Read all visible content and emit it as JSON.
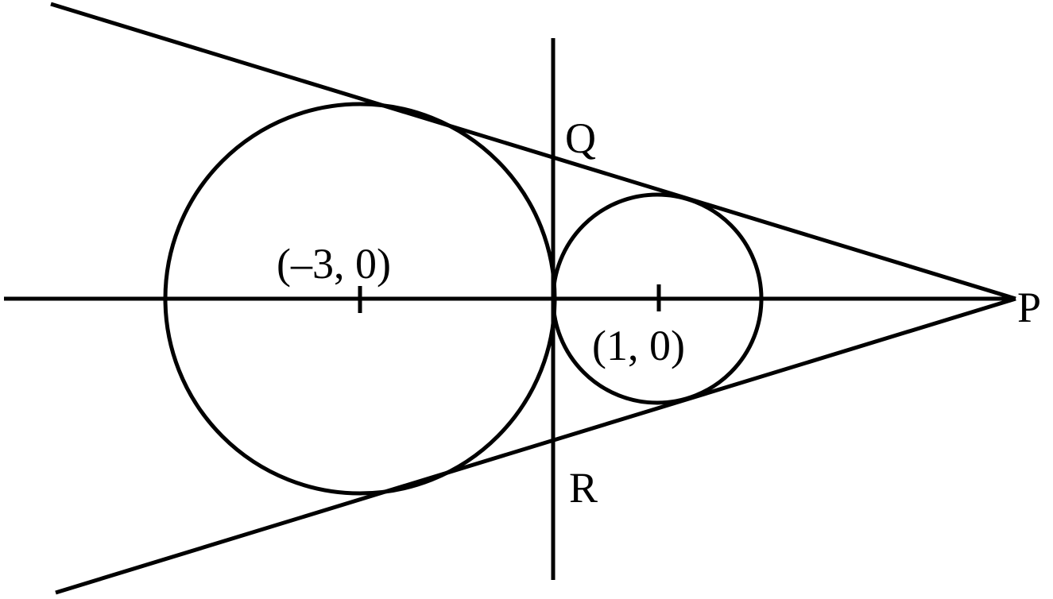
{
  "labels": {
    "point_p": "P",
    "point_q": "Q",
    "point_r": "R",
    "center_large": "(–3, 0)",
    "center_small": "(1, 0)"
  }
}
